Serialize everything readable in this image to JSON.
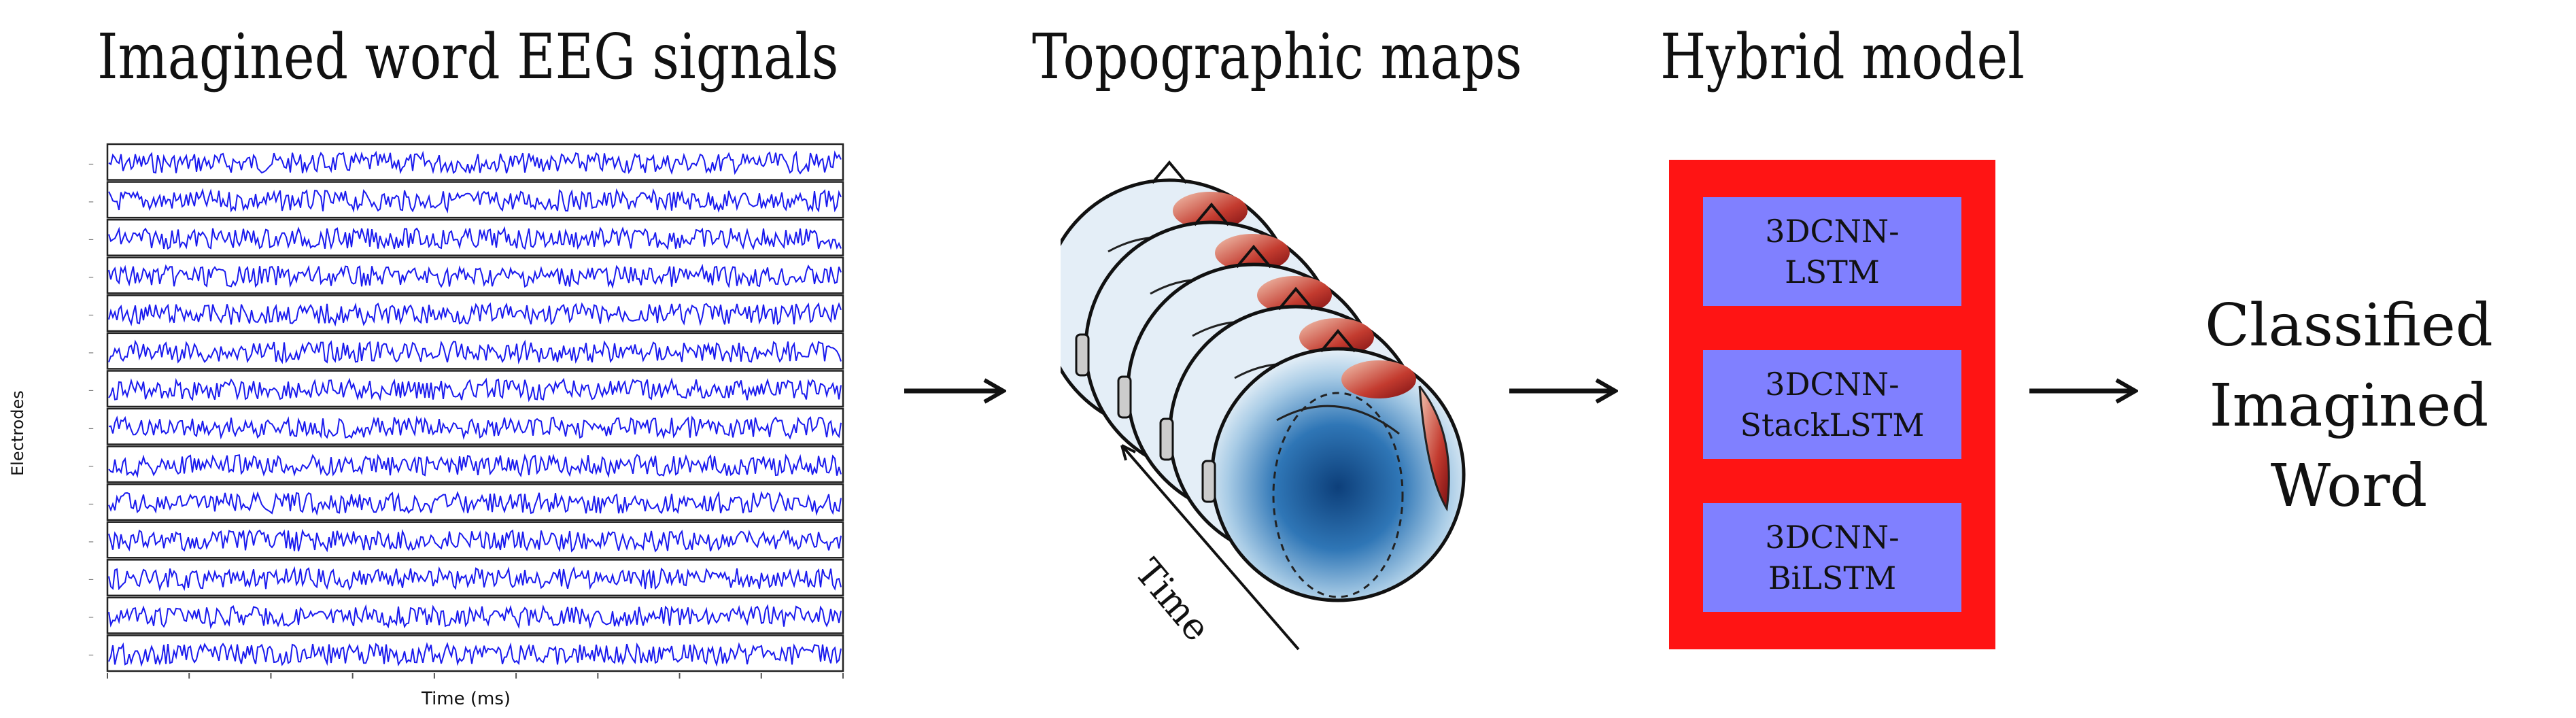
{
  "titles": {
    "eeg": "Imagined word EEG signals",
    "topo": "Topographic maps",
    "model": "Hybrid model"
  },
  "eeg": {
    "x_axis_label": "Time (ms)",
    "y_axis_label": "Electrodes",
    "channel_count": 14,
    "signal_color": "#1a1aee"
  },
  "topo": {
    "time_label": "Time",
    "map_count": 5
  },
  "models": [
    {
      "label": "3DCNN-\nLSTM"
    },
    {
      "label": "3DCNN-\nStackLSTM"
    },
    {
      "label": "3DCNN-\nBiLSTM"
    }
  ],
  "output": {
    "label": "Classified\nImagined Word"
  },
  "colors": {
    "model_box": "#ff1414",
    "model_item": "#8080ff",
    "signal": "#1a1aee"
  }
}
